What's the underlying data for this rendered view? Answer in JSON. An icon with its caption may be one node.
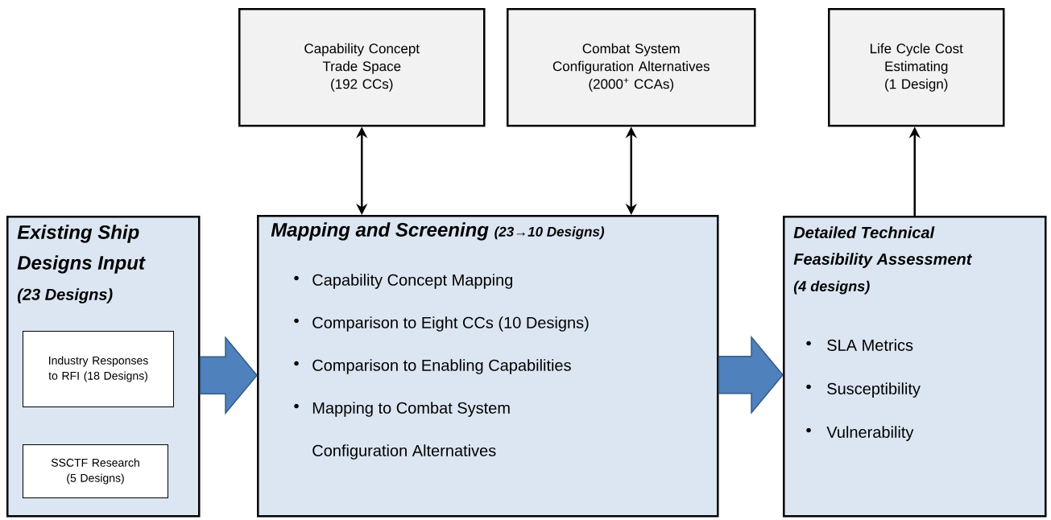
{
  "diagram": {
    "nodes": [
      {
        "text": [
          "Capability Concept Trade Space (192 CCs)"
        ]
      },
      {
        "text": [
          "Combat System Configuration Alternatives (2000$^{+}$ CCAs)"
        ]
      },
      {
        "text": [
          "Life Cycle Cost Estimating (1 Design)"
        ]
      },
      {
        "text": [
          "Existing Ship Designs Input",
          "(23 Designs)"
        ]
      },
      {
        "text": [
          "Industry Responses to RFI (18 Designs)"
        ],
        "in": 3
      },
      {
        "text": [
          "SSCTF Research (5 Designs)"
        ],
        "in": 3
      },
      {
        "text": [
          "Mapping and Screening",
          "(23→10 Designs)",
          "Capability Concept Mapping",
          "Comparison to Eight CCs (10 Designs)",
          "Comparison to Enabling Capabilities",
          "Mapping to Combat System Configuration Alternatives"
        ]
      },
      {
        "text": [
          "Detailed Technical Feasibility Assessment",
          "(4 designs)",
          "SLA Metrics",
          "Susceptibility",
          "Vulnerability"
        ]
      }
    ],
    "edges": [
      {
        "from": 3,
        "to": 6,
        "arrow": "to",
        "style": "thick",
        "color": "#4f81bd"
      },
      {
        "from": 6,
        "to": 7,
        "arrow": "to",
        "style": "thick",
        "color": "#4f81bd"
      },
      {
        "from": 0,
        "to": 6,
        "arrow": "both"
      },
      {
        "from": 1,
        "to": 6,
        "arrow": "both"
      },
      {
        "from": 7,
        "to": 2,
        "arrow": "to"
      }
    ]
  }
}
